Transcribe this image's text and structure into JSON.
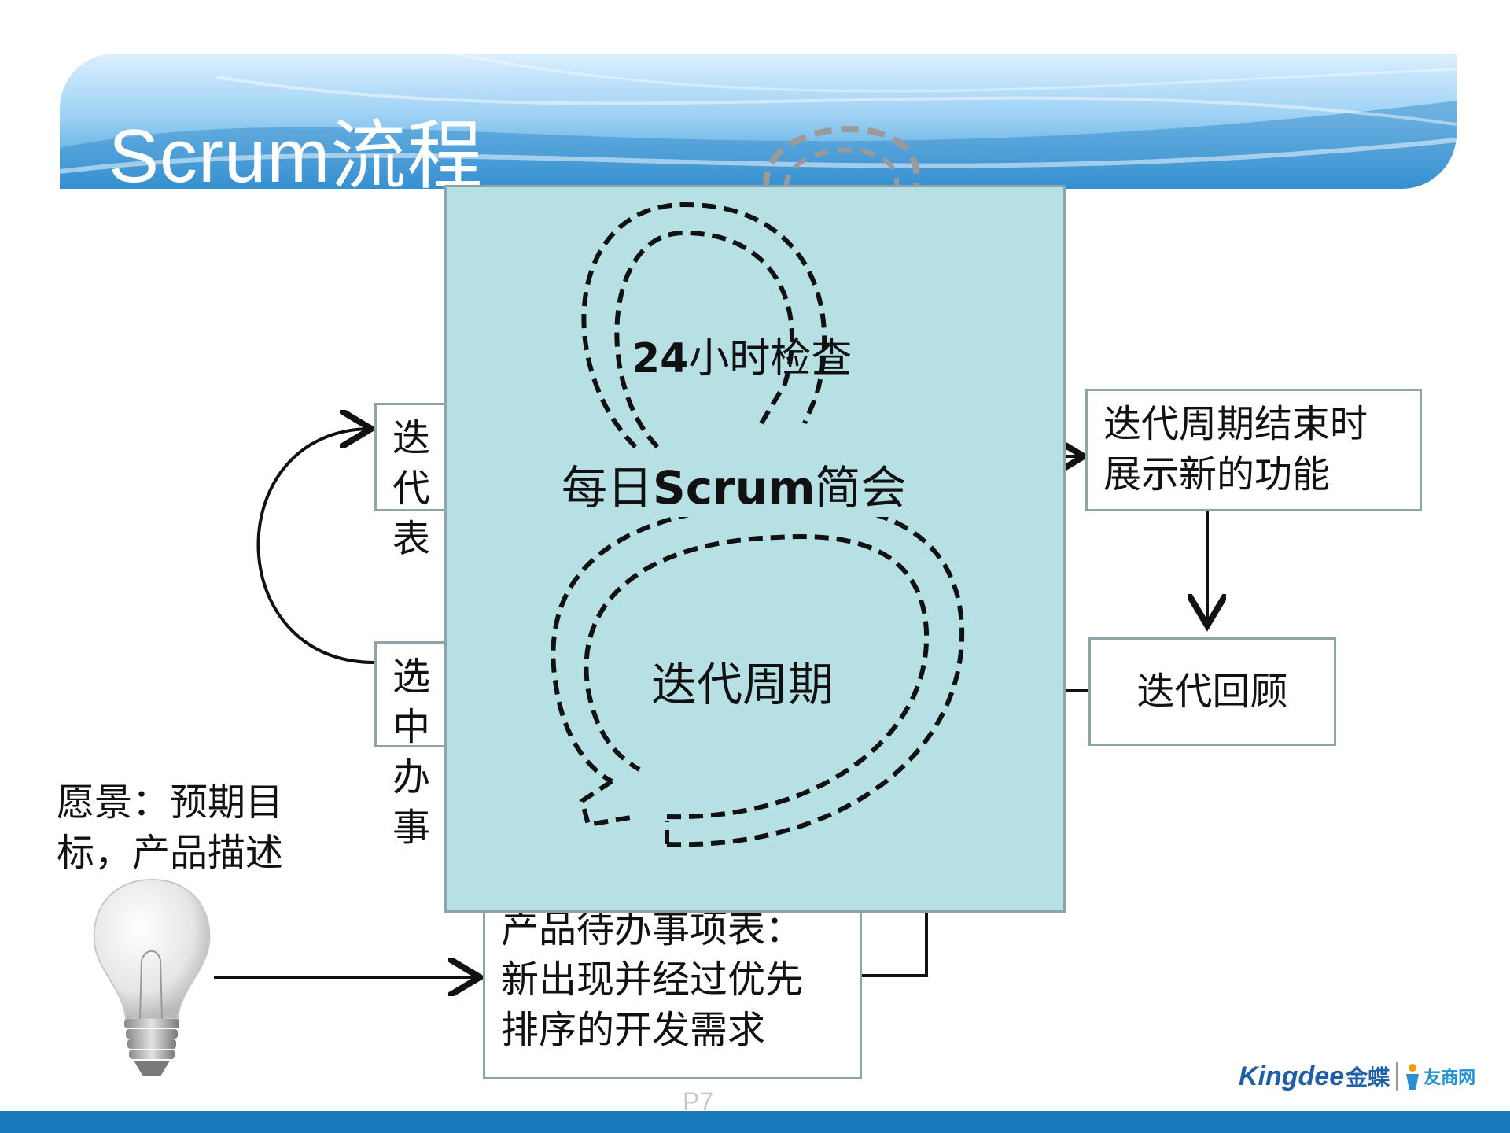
{
  "slide": {
    "title": "Scrum流程",
    "page_number": "P7"
  },
  "boxes": {
    "sprint_backlog_line1": "迭代",
    "sprint_backlog_line2": "表",
    "selected_backlog_line1": "选中",
    "selected_backlog_line2": "办事",
    "demo_line1": "迭代周期结束时",
    "demo_line2": "展示新的功能",
    "retrospective": "迭代回顾",
    "product_backlog_line1": "产品待办事项表：",
    "product_backlog_line2": "新出现并经过优先",
    "product_backlog_line3": "排序的开发需求"
  },
  "vision": {
    "line1": "愿景：预期目",
    "line2": "标，产品描述"
  },
  "overlay": {
    "inspect_bold": "24",
    "inspect_rest": "小时检查",
    "daily_a": "每日",
    "daily_bold": "Scrum",
    "daily_b": "简会",
    "sprint": "迭代周期"
  },
  "logo": {
    "kingdee": "Kingdee",
    "kingdee_cn": "金蝶",
    "youshang": "友商网"
  },
  "colors": {
    "overlay_fill": "#b7e0e4",
    "box_border": "#8ea5a8",
    "banner_blue": "#3f9ad8",
    "footer_blue": "#1a78bd",
    "logo_blue": "#1f5fa8"
  }
}
